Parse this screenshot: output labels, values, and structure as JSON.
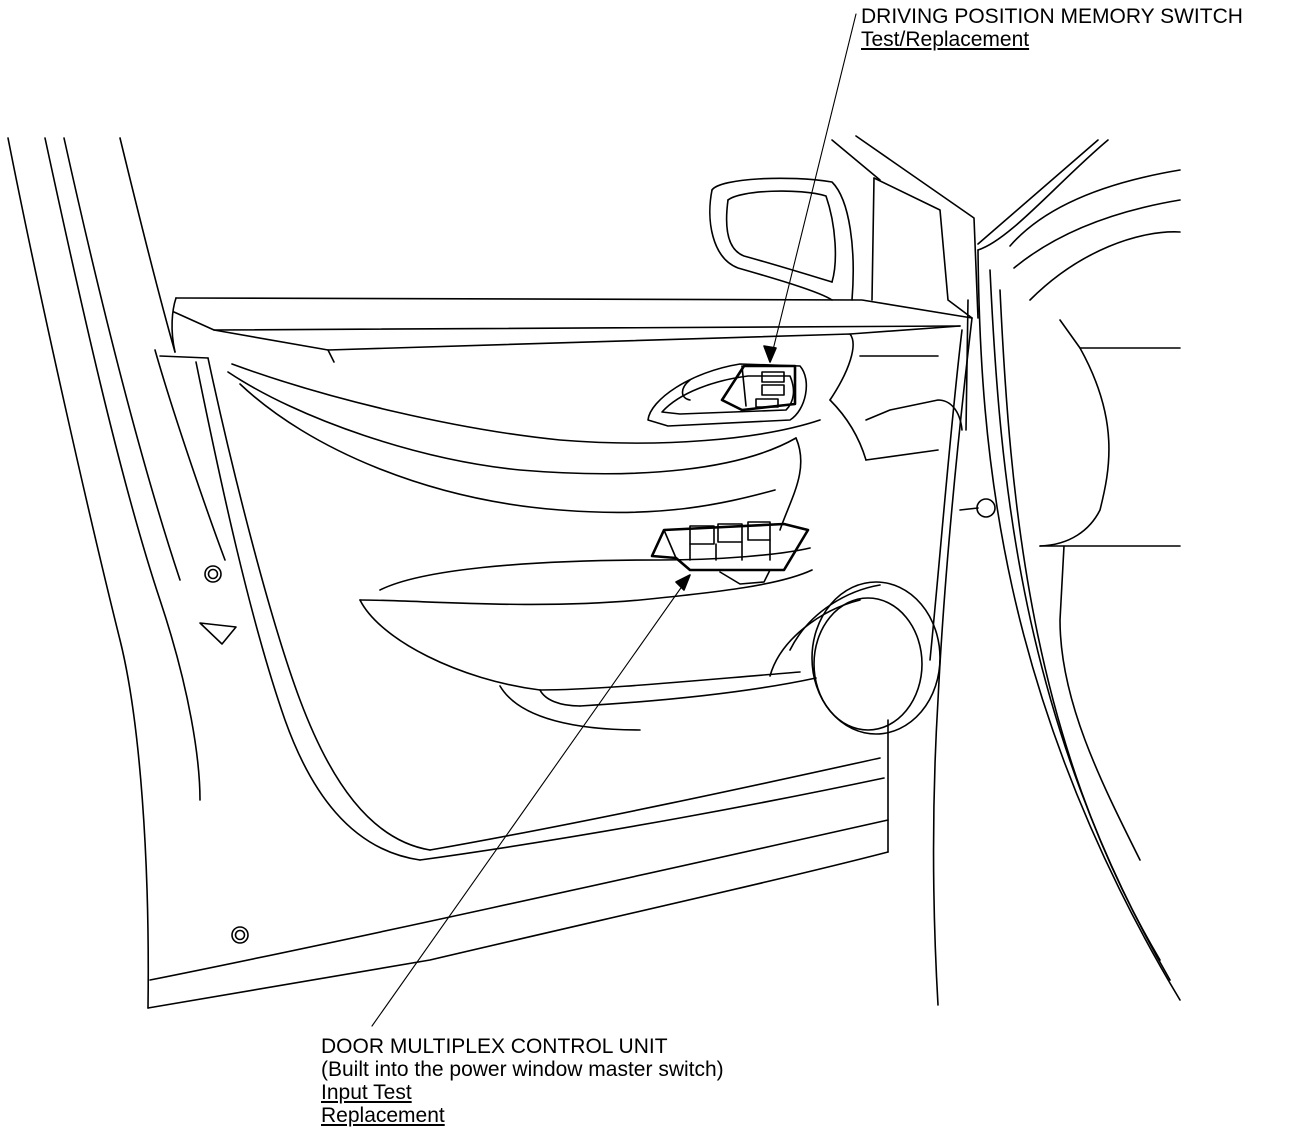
{
  "callouts": {
    "memory_switch": {
      "title": "DRIVING POSITION MEMORY SWITCH",
      "link": "Test/Replacement"
    },
    "multiplex_unit": {
      "title": "DOOR MULTIPLEX CONTROL UNIT",
      "subtitle": "(Built into the power window master switch)",
      "link_input_test": "Input Test",
      "link_replacement": "Replacement"
    }
  }
}
